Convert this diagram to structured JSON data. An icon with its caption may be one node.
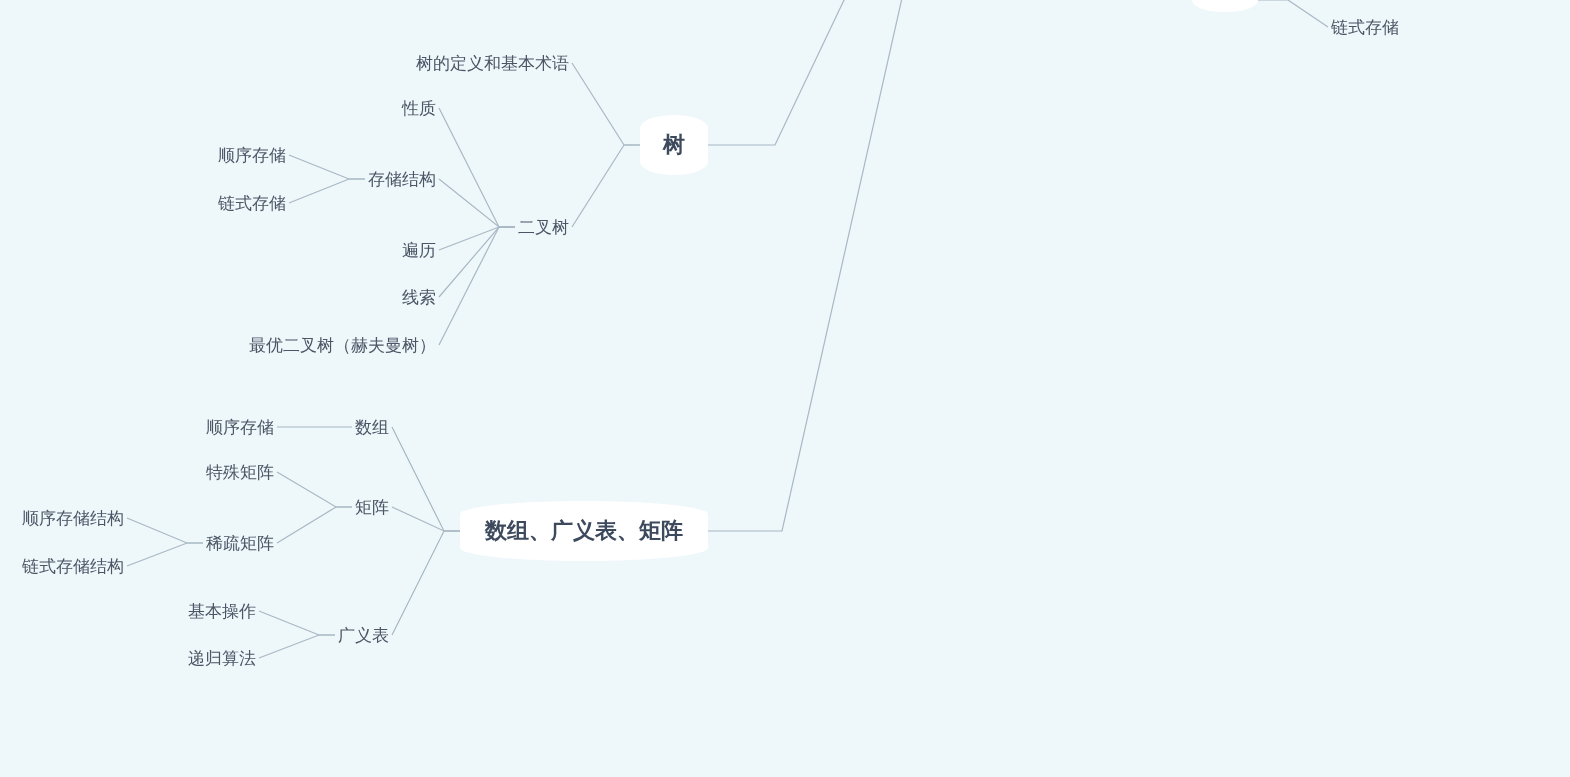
{
  "diagram": {
    "nodes": [
      {
        "text": [
          "树"
        ]
      },
      {
        "text": [
          "树的定义和基本术语"
        ]
      },
      {
        "text": [
          "二叉树"
        ]
      },
      {
        "text": [
          "性质"
        ]
      },
      {
        "text": [
          "存储结构"
        ]
      },
      {
        "text": [
          "顺序存储"
        ]
      },
      {
        "text": [
          "链式存储"
        ]
      },
      {
        "text": [
          "遍历"
        ]
      },
      {
        "text": [
          "线索"
        ]
      },
      {
        "text": [
          "最优二叉树（赫夫曼树）"
        ]
      },
      {
        "text": [
          "数组、广义表、矩阵"
        ]
      },
      {
        "text": [
          "数组"
        ]
      },
      {
        "text": [
          "顺序存储"
        ]
      },
      {
        "text": [
          "矩阵"
        ]
      },
      {
        "text": [
          "特殊矩阵"
        ]
      },
      {
        "text": [
          "稀疏矩阵"
        ]
      },
      {
        "text": [
          "顺序存储结构"
        ]
      },
      {
        "text": [
          "链式存储结构"
        ]
      },
      {
        "text": [
          "广义表"
        ]
      },
      {
        "text": [
          "基本操作"
        ]
      },
      {
        "text": [
          "递归算法"
        ]
      },
      {
        "text": [],
        "shape": "box"
      },
      {
        "text": [
          "链式存储"
        ]
      }
    ],
    "edges": [
      {
        "from": null,
        "to": 0,
        "arrow": "none"
      },
      {
        "from": null,
        "to": 10,
        "arrow": "none"
      },
      {
        "from": 21,
        "to": 22,
        "arrow": "none"
      },
      {
        "from": 0,
        "to": 1,
        "arrow": "none"
      },
      {
        "from": 0,
        "to": 2,
        "arrow": "none"
      },
      {
        "from": 2,
        "to": 3,
        "arrow": "none"
      },
      {
        "from": 2,
        "to": 4,
        "arrow": "none"
      },
      {
        "from": 4,
        "to": 5,
        "arrow": "none"
      },
      {
        "from": 4,
        "to": 6,
        "arrow": "none"
      },
      {
        "from": 2,
        "to": 7,
        "arrow": "none"
      },
      {
        "from": 2,
        "to": 8,
        "arrow": "none"
      },
      {
        "from": 2,
        "to": 9,
        "arrow": "none"
      },
      {
        "from": 10,
        "to": 11,
        "arrow": "none"
      },
      {
        "from": 11,
        "to": 12,
        "arrow": "none"
      },
      {
        "from": 10,
        "to": 13,
        "arrow": "none"
      },
      {
        "from": 13,
        "to": 14,
        "arrow": "none"
      },
      {
        "from": 13,
        "to": 15,
        "arrow": "none"
      },
      {
        "from": 15,
        "to": 16,
        "arrow": "none"
      },
      {
        "from": 15,
        "to": 17,
        "arrow": "none"
      },
      {
        "from": 10,
        "to": 18,
        "arrow": "none"
      },
      {
        "from": 18,
        "to": 19,
        "arrow": "none"
      },
      {
        "from": 18,
        "to": 20,
        "arrow": "none"
      }
    ]
  }
}
